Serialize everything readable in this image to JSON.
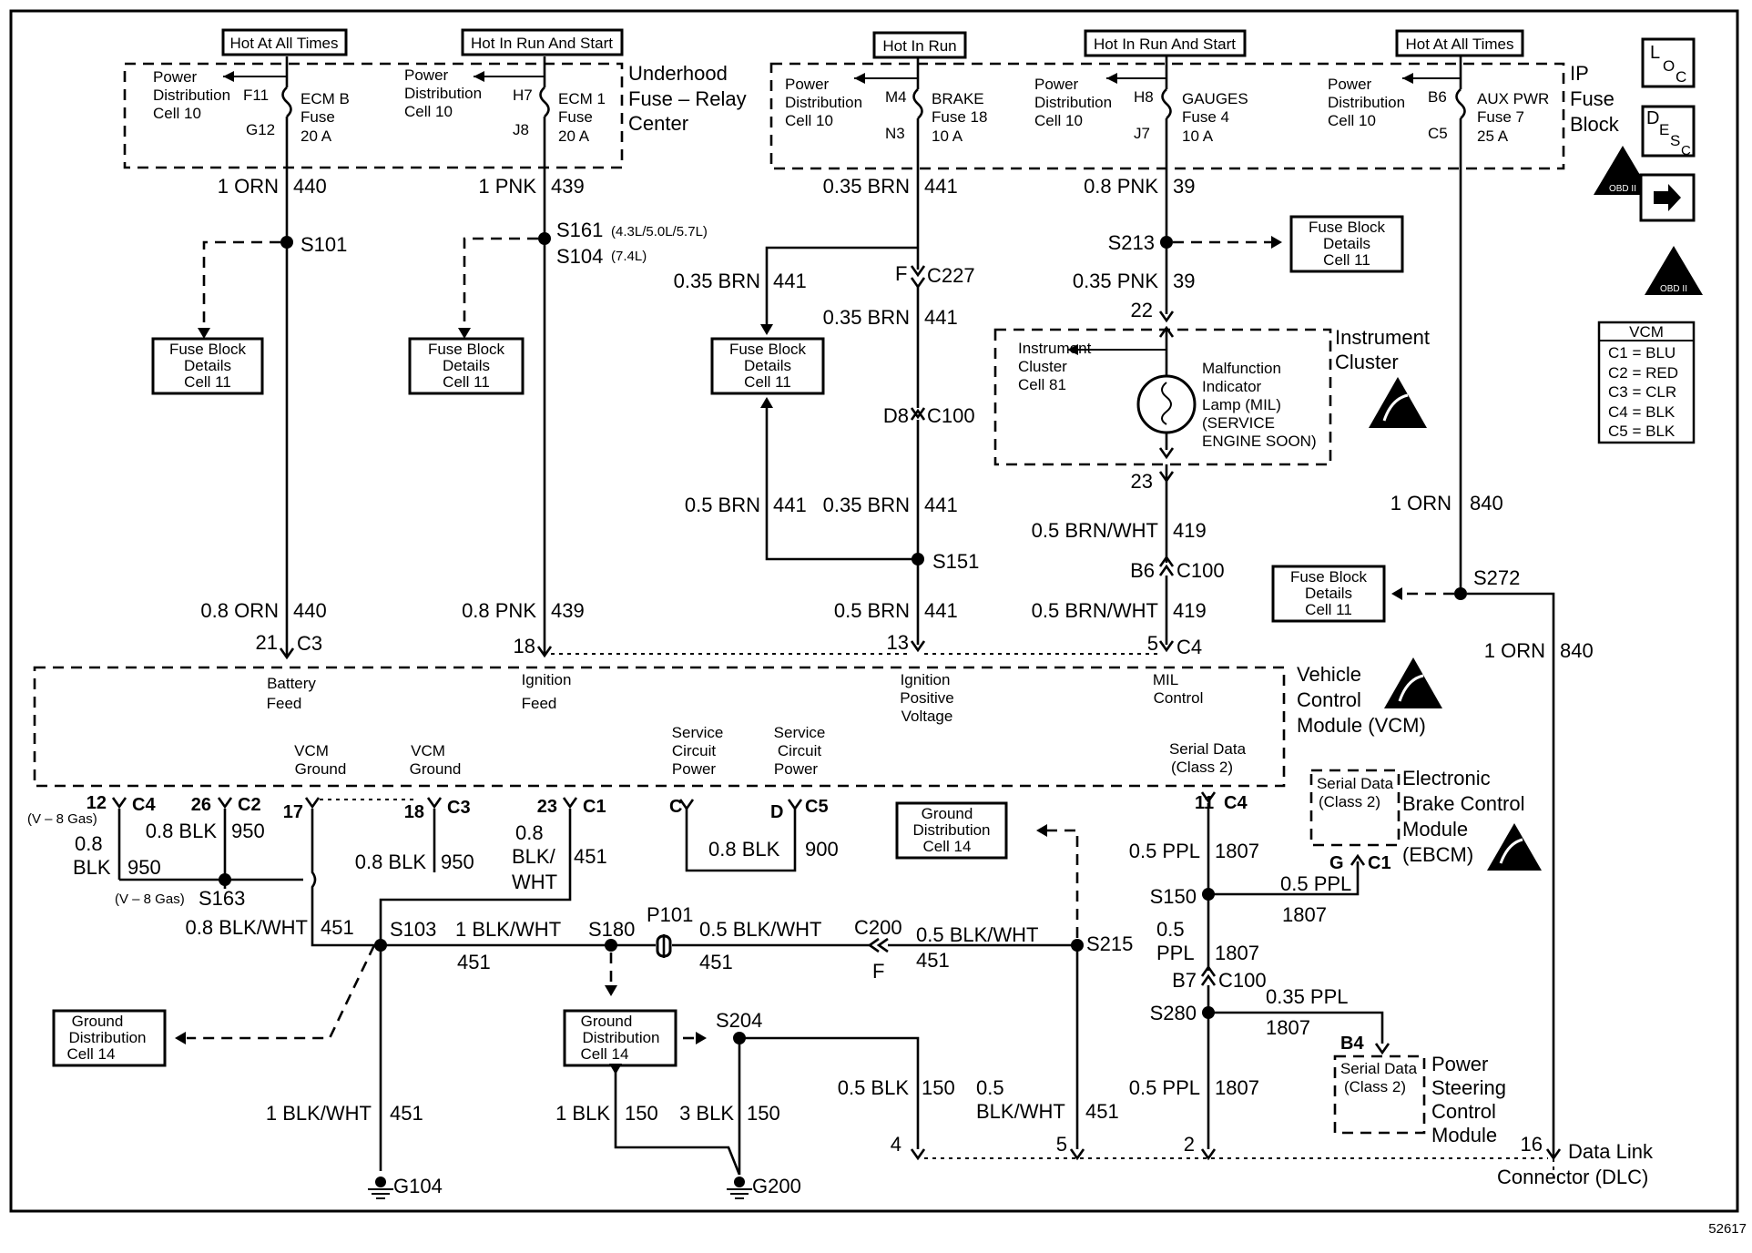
{
  "fig": {
    "number": "52617"
  },
  "hot": {
    "atall1": "Hot At All Times",
    "runstart1": "Hot In Run And Start",
    "run": "Hot In Run",
    "runstart2": "Hot In Run And Start",
    "atall2": "Hot At All Times"
  },
  "panels": {
    "underhood": [
      "Underhood",
      "Fuse – Relay",
      "Center"
    ],
    "ip": [
      "IP",
      "Fuse",
      "Block"
    ],
    "vcm": [
      "Vehicle",
      "Control",
      "Module (VCM)"
    ],
    "ebcm": [
      "Electronic",
      "Brake Control",
      "Module",
      "(EBCM)"
    ],
    "pscm": [
      "Power",
      "Steering",
      "Control",
      "Module"
    ],
    "dlc": [
      "Data Link",
      "Connector (DLC)"
    ],
    "cluster": [
      "Instrument",
      "Cluster"
    ]
  },
  "pdc": {
    "lines": [
      "Power",
      "Distribution",
      "Cell 10"
    ]
  },
  "fuses": {
    "ecmb": {
      "pin_in": "F11",
      "pin_out": "G12",
      "lines": [
        "ECM B",
        "Fuse",
        "20 A"
      ]
    },
    "ecm1": {
      "pin_in": "H7",
      "pin_out": "J8",
      "lines": [
        "ECM 1",
        "Fuse",
        "20 A"
      ]
    },
    "brake": {
      "pin_in": "M4",
      "pin_out": "N3",
      "lines": [
        "BRAKE",
        "Fuse 18",
        "10 A"
      ]
    },
    "gauges": {
      "pin_in": "H8",
      "pin_out": "J7",
      "lines": [
        "GAUGES",
        "Fuse 4",
        "10 A"
      ]
    },
    "auxpwr": {
      "pin_in": "B6",
      "pin_out": "C5",
      "lines": [
        "AUX PWR",
        "Fuse 7",
        "25 A"
      ]
    }
  },
  "refbox": {
    "fuse_block": [
      "Fuse Block",
      "Details",
      "Cell 11"
    ],
    "ground_dist": [
      "Ground",
      "Distribution",
      "Cell 14"
    ],
    "cluster_cell": [
      "Instrument",
      "Cluster",
      "Cell 81"
    ]
  },
  "mil": [
    "Malfunction",
    "Indicator",
    "Lamp (MIL)",
    "(SERVICE",
    "ENGINE SOON)"
  ],
  "serial": {
    "a": "Serial Data",
    "b": "(Class 2)"
  },
  "vcm_pins": {
    "battery": [
      "Battery",
      "Feed"
    ],
    "ignition": [
      "Ignition",
      "Feed"
    ],
    "ignpos": [
      "Ignition",
      "Positive",
      "Voltage"
    ],
    "mil": [
      "MIL",
      "Control"
    ],
    "ground": [
      "VCM",
      "Ground"
    ],
    "svc": [
      "Service",
      "Circuit",
      "Power"
    ],
    "serial": [
      "Serial Data",
      "(Class 2)"
    ]
  },
  "icons": {
    "loc": [
      "L",
      "O",
      "C"
    ],
    "desc": [
      "D",
      "E",
      "S",
      "C"
    ],
    "obd": "OBD II",
    "arrow": "next-arrow-icon",
    "esd": "esd-hand-icon"
  },
  "vcm_legend": {
    "title": "VCM",
    "rows": [
      "C1 = BLU",
      "C2 = RED",
      "C3 = CLR",
      "C4 = BLK",
      "C5 = BLK"
    ]
  },
  "labels": {
    "orn1_440": "1 ORN",
    "c440": "440",
    "pnk1_439": "1 PNK",
    "c439": "439",
    "brn035_441": "0.35 BRN",
    "c441": "441",
    "pnk08_39": "0.8 PNK",
    "c39": "39",
    "s101": "S101",
    "s161": "S161",
    "s161n": "(4.3L/5.0L/5.7L)",
    "s104": "S104",
    "s104n": "(7.4L)",
    "f": "F",
    "c227": "C227",
    "s213": "S213",
    "pnk035_39": "0.35 PNK",
    "p22": "22",
    "p23": "23",
    "d8": "D8",
    "c100": "C100",
    "brn05_441": "0.5 BRN",
    "s151": "S151",
    "bw05_419": "0.5 BRN/WHT",
    "c419": "419",
    "b6": "B6",
    "orn1_840": "1 ORN",
    "c840": "840",
    "s272": "S272",
    "orn08_440": "0.8 ORN",
    "pnk08_439": "0.8 PNK",
    "p21": "21",
    "c3": "C3",
    "p18": "18",
    "p13": "13",
    "p5": "5",
    "c4": "C4",
    "p12": "12",
    "v8gas": "(V – 8 Gas)",
    "p26": "26",
    "c2": "C2",
    "p17": "17",
    "blk08": "0.8",
    "blk08b": "BLK",
    "c950": "950",
    "blk08_950": "0.8 BLK",
    "p23b": "23",
    "c1": "C1",
    "bw08a": "0.8",
    "bw08b": "BLK/",
    "bw08c": "WHT",
    "c451": "451",
    "cc": "C",
    "dd": "D",
    "c5": "C5",
    "blk08_900": "0.8 BLK",
    "c900": "900",
    "s163": "S163",
    "v8gas2": "(V – 8 Gas)",
    "bw08_451": "0.8 BLK/WHT",
    "s103": "S103",
    "bw1_451": "1 BLK/WHT",
    "s180": "S180",
    "p101": "P101",
    "bw05_451": "0.5 BLK/WHT",
    "c200": "C200",
    "s215": "S215",
    "p11": "11",
    "ppl05_1807": "0.5 PPL",
    "c1807": "1807",
    "s150": "S150",
    "gg": "G",
    "ppl05a": "0.5",
    "ppl05b": "PPL",
    "b7": "B7",
    "ppl035_1807": "0.35 PPL",
    "s280": "S280",
    "b4": "B4",
    "s204": "S204",
    "blk05_150": "0.5 BLK",
    "c150": "150",
    "bw05a": "0.5",
    "bw05b": "BLK/WHT",
    "blk1_150": "1 BLK",
    "blk3_150": "3 BLK",
    "p4": "4",
    "p2": "2",
    "p16": "16",
    "g104": "G104",
    "g200": "G200"
  }
}
